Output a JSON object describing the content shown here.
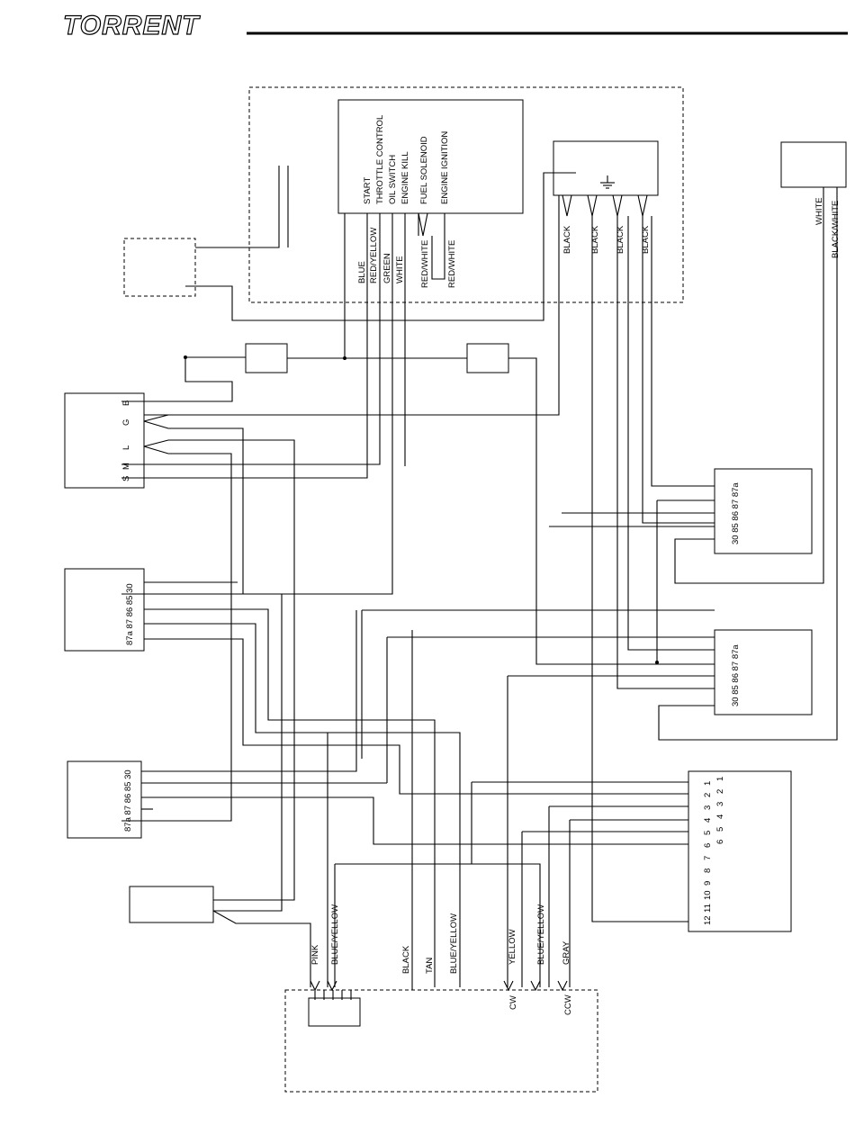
{
  "header": {
    "logo_text": "TORRENT"
  },
  "ignition_panel": {
    "functions": [
      "START",
      "THROTTLE CONTROL",
      "OIL SWITCH",
      "ENGINE KILL",
      "FUEL SOLENOID",
      "ENGINE IGNITION"
    ],
    "wire_colors": [
      "BLUE",
      "RED/YELLOW",
      "GREEN",
      "WHITE",
      "RED/WHITE",
      "RED/WHITE"
    ]
  },
  "ground_block": {
    "wire_colors": [
      "BLACK",
      "BLACK",
      "BLACK",
      "BLACK"
    ]
  },
  "right_module": {
    "wire_colors": [
      "WHITE",
      "BLACK/WHITE"
    ]
  },
  "key_switch": {
    "terminals": [
      "B",
      "G",
      "L",
      "M",
      "S"
    ]
  },
  "relay_left_1": {
    "pins": "87a 87  86  85  30"
  },
  "relay_left_2": {
    "pins": "87a 87  86 85 30"
  },
  "relay_right_1": {
    "pins": "30 85 86 87 87a"
  },
  "relay_right_2": {
    "pins": "30 85 86  87  87a"
  },
  "terminal_block": {
    "left_column": [
      "1",
      "2",
      "3",
      "4",
      "5",
      "6",
      "7",
      "8",
      "9",
      "10",
      "11",
      "12"
    ],
    "right_column": [
      "1",
      "2",
      "3",
      "4",
      "5",
      "6"
    ]
  },
  "bottom_wires": {
    "labels": [
      "PINK",
      "BLUE/YELLOW",
      "BLACK",
      "TAN",
      "BLUE/YELLOW",
      "YELLOW",
      "BLUE/YELLOW",
      "GRAY"
    ]
  },
  "motor": {
    "cw_label": "CW",
    "ccw_label": "CCW"
  }
}
